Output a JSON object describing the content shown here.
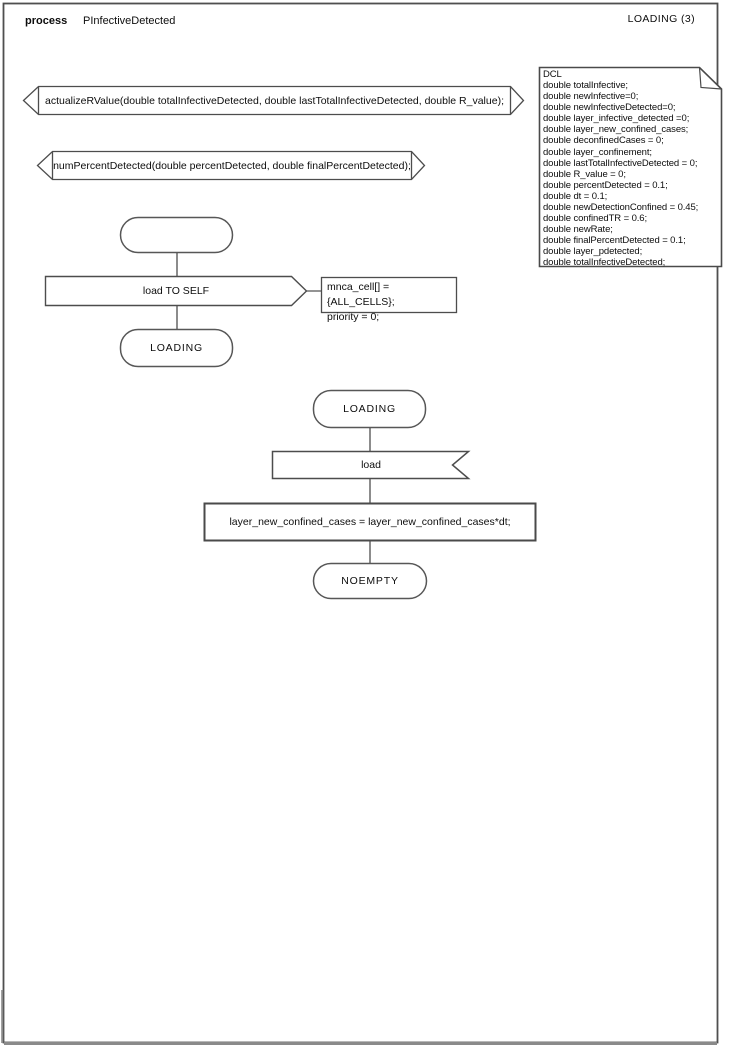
{
  "header": {
    "kind": "process",
    "title": "PInfectiveDetected",
    "page_label": "LOADING (3)"
  },
  "declarations": {
    "text": "DCL\ndouble totalInfective;\ndouble newInfective=0;\ndouble newInfectiveDetected=0;\ndouble layer_infective_detected =0;\ndouble layer_new_confined_cases;\ndouble deconfinedCases = 0;\ndouble layer_confinement;\ndouble lastTotalInfectiveDetected = 0;\ndouble R_value = 0;\ndouble percentDetected = 0.1;\ndouble dt = 0.1;\ndouble newDetectionConfined = 0.45;\ndouble confinedTR = 0.6;\ndouble newRate;\ndouble finalPercentDetected = 0.1;\ndouble layer_pdetected;\ndouble totalInfectiveDetected;"
  },
  "procedures": [
    {
      "signature": "actualizeRValue(double totalInfectiveDetected, double lastTotalInfectiveDetected, double R_value);"
    },
    {
      "signature": "numPercentDetected(double percentDetected, double finalPercentDetected);"
    }
  ],
  "start_flow": {
    "start_state": "",
    "output_label": "load TO SELF",
    "output_params": "mnca_cell[] = {ALL_CELLS};\npriority = 0;",
    "next_state": "LOADING"
  },
  "loading_flow": {
    "state": "LOADING",
    "input_signal": "load",
    "task": "layer_new_confined_cases = layer_new_confined_cases*dt;",
    "next_state": "NOEMPTY"
  },
  "colors": {
    "stroke": "#4d4d4d",
    "page_shadow": "#8a8a8a",
    "background": "#ffffff"
  }
}
